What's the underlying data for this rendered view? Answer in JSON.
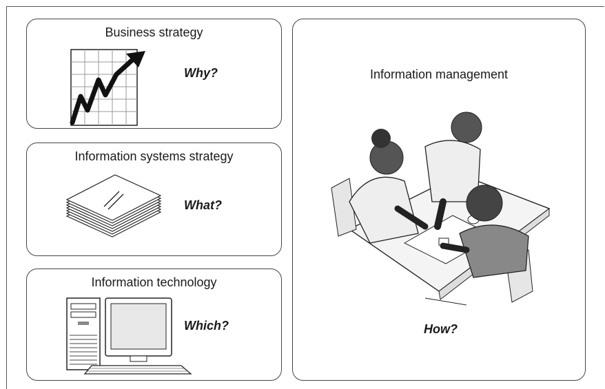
{
  "panels": {
    "business_strategy": {
      "title": "Business strategy",
      "question": "Why?",
      "icon": "growth-chart-icon"
    },
    "is_strategy": {
      "title": "Information systems strategy",
      "question": "What?",
      "icon": "document-stack-icon"
    },
    "information_technology": {
      "title": "Information technology",
      "question": "Which?",
      "icon": "desktop-computer-icon"
    },
    "information_management": {
      "title": "Information management",
      "question": "How?",
      "illustration": "people-meeting-illustration"
    }
  }
}
